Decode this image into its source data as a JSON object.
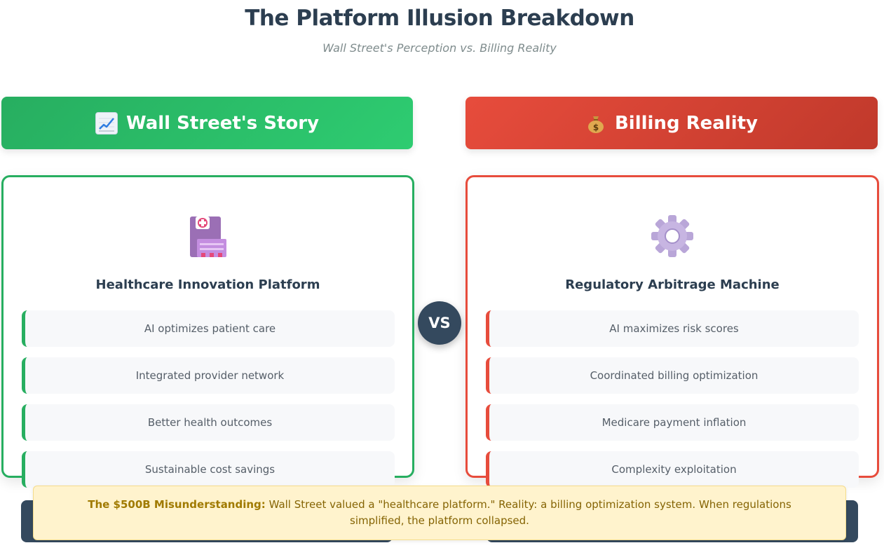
{
  "title": "The Platform Illusion Breakdown",
  "subtitle": "Wall Street's Perception vs. Billing Reality",
  "left": {
    "header": "Wall Street's Story",
    "header_icon": "chart-increasing-icon",
    "panel_icon": "hospital-icon",
    "panel_title": "Healthcare Innovation Platform",
    "items": [
      "AI optimizes patient care",
      "Integrated provider network",
      "Better health outcomes",
      "Sustainable cost savings"
    ],
    "accent": "#27ae60"
  },
  "right": {
    "header": "Billing Reality",
    "header_icon": "money-bag-icon",
    "panel_icon": "gear-icon",
    "panel_title": "Regulatory Arbitrage Machine",
    "items": [
      "AI maximizes risk scores",
      "Coordinated billing optimization",
      "Medicare payment inflation",
      "Complexity exploitation"
    ],
    "accent": "#e74c3c"
  },
  "vs_label": "VS",
  "callout": {
    "label": "The $500B Misunderstanding:",
    "text": "Wall Street valued a \"healthcare platform.\" Reality: a billing optimization system. When regulations simplified, the platform collapsed."
  },
  "colors": {
    "green": "#27ae60",
    "red": "#e74c3c",
    "dark": "#34495e",
    "callout_bg": "#fff3cd"
  }
}
